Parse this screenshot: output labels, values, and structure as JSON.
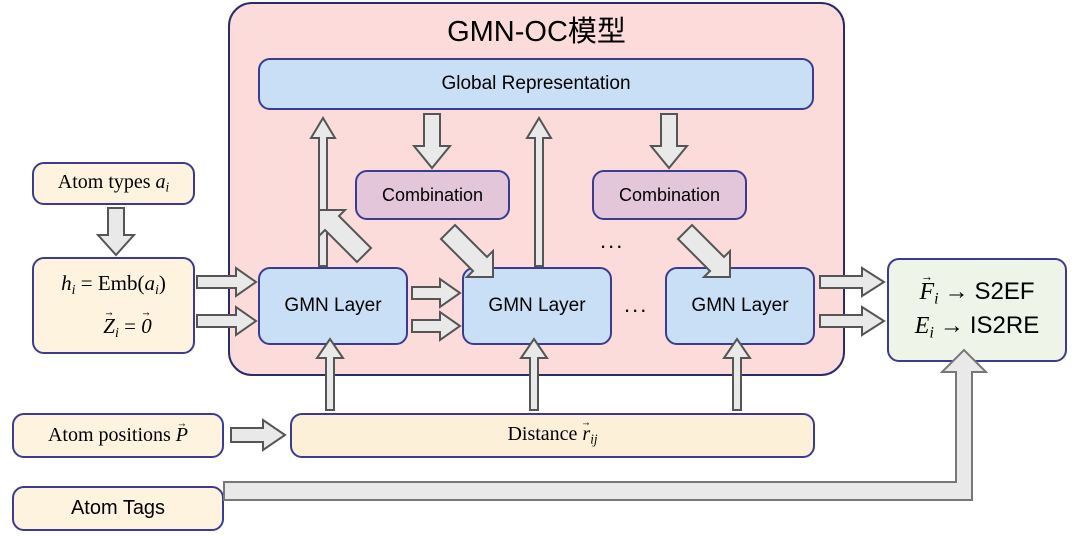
{
  "diagram": {
    "title": "GMN-OC模型",
    "panel_name": "gmn-oc-model-panel",
    "colors": {
      "panel_fill": "#fbdcdb",
      "layer_fill": "#c9dff6",
      "combination_fill": "#e4c6da",
      "input_fill": "#fdf3de",
      "output_fill": "#eef4e7",
      "border": "#3b3b8f",
      "arrow_fill": "#e9e9e9",
      "arrow_stroke": "#555555"
    }
  },
  "global_representation": {
    "label": "Global Representation"
  },
  "combinations": [
    {
      "label": "Combination"
    },
    {
      "label": "Combination"
    }
  ],
  "layers": [
    {
      "label": "GMN Layer"
    },
    {
      "label": "GMN Layer"
    },
    {
      "label": "GMN Layer"
    }
  ],
  "ellipses": [
    {
      "text": "..."
    },
    {
      "text": "..."
    }
  ],
  "inputs": {
    "atom_types": {
      "text": "Atom types",
      "symbol": "a",
      "subscript": "i"
    },
    "embedding": {
      "line1_lhs": "h",
      "line1_sub": "i",
      "line1_eq": "= Emb(",
      "line1_arg": "a",
      "line1_arg_sub": "i",
      "line1_close": ")",
      "line2_lhs": "Z",
      "line2_sub": "i",
      "line2_eq": "=",
      "line2_rhs": "0"
    },
    "atom_positions": {
      "text": "Atom positions",
      "symbol": "P"
    },
    "atom_tags": {
      "text": "Atom Tags"
    }
  },
  "distance": {
    "text": "Distance",
    "symbol": "r",
    "subscript": "ij"
  },
  "outputs": {
    "line1": {
      "symbol": "F",
      "subscript": "i",
      "arrow": "→",
      "task": "S2EF"
    },
    "line2": {
      "symbol": "E",
      "subscript": "i",
      "arrow": "→",
      "task": "IS2RE"
    }
  }
}
